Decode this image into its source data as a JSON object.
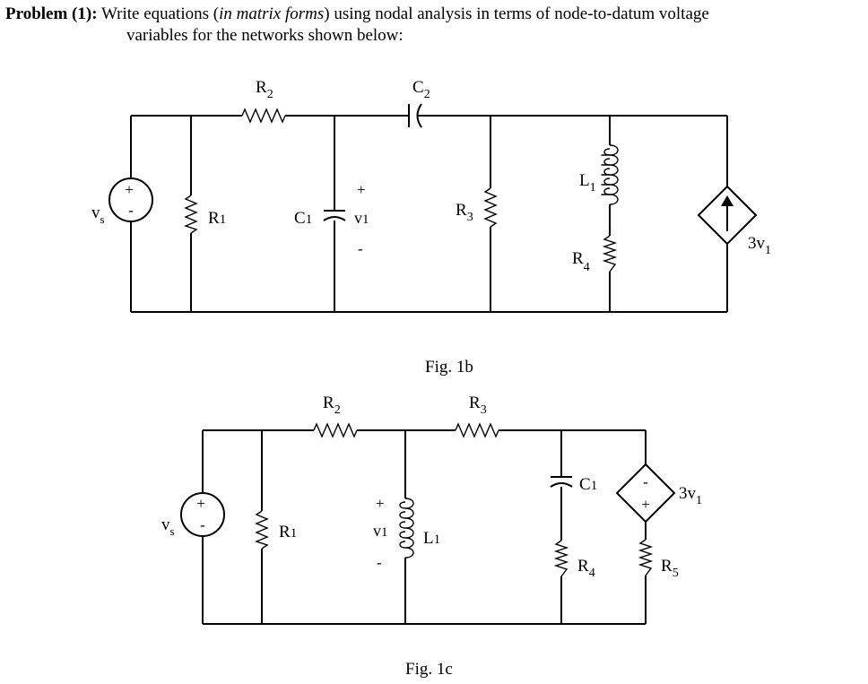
{
  "problem": {
    "label": "Problem (1):",
    "text_a": " Write equations (",
    "text_italic": "in matrix forms",
    "text_b": ") using nodal analysis in terms of node-to-datum voltage",
    "line2": "variables for the networks shown below:"
  },
  "fig1b": {
    "caption": "Fig. 1b",
    "source_label": "v",
    "source_sub": "s",
    "R1": {
      "main": "R",
      "sub": "1"
    },
    "R2": {
      "main": "R",
      "sub": "2"
    },
    "R3": {
      "main": "R",
      "sub": "3"
    },
    "R4": {
      "main": "R",
      "sub": "4"
    },
    "C1": {
      "main": "C",
      "sub": "1"
    },
    "C2": {
      "main": "C",
      "sub": "2"
    },
    "L1": {
      "main": "L",
      "sub": "1"
    },
    "v1": {
      "main": "v",
      "sub": "1"
    },
    "plus": "+",
    "minus": "-",
    "dep": {
      "main": "3v",
      "sub": "1"
    }
  },
  "fig1c": {
    "caption": "Fig. 1c",
    "source_label": "v",
    "source_sub": "s",
    "R1": {
      "main": "R",
      "sub": "1"
    },
    "R2": {
      "main": "R",
      "sub": "2"
    },
    "R3": {
      "main": "R",
      "sub": "3"
    },
    "R4": {
      "main": "R",
      "sub": "4"
    },
    "R5": {
      "main": "R",
      "sub": "5"
    },
    "C1": {
      "main": "C",
      "sub": "1"
    },
    "L1": {
      "main": "L",
      "sub": "1"
    },
    "v1": {
      "main": "v",
      "sub": "1"
    },
    "plus": "+",
    "minus": "-",
    "dep": {
      "main": "3v",
      "sub": "1"
    }
  }
}
